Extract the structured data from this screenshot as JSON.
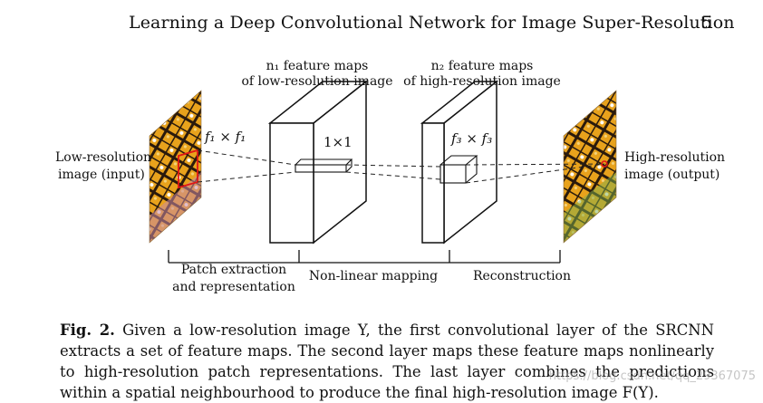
{
  "header": {
    "running_title": "Learning a Deep Convolutional Network for Image Super-Resolution",
    "page_number": "5"
  },
  "figure": {
    "input_label_line1": "Low-resolution",
    "input_label_line2": "image (input)",
    "output_label_line1": "High-resolution",
    "output_label_line2": "image (output)",
    "filter1": "f₁ × f₁",
    "filter2": "1×1",
    "filter3": "f₃ × f₃",
    "maps1_line1": "n₁ feature maps",
    "maps1_line2": "of low-resolution image",
    "maps2_line1": "n₂ feature maps",
    "maps2_line2": "of high-resolution image",
    "stage1_line1": "Patch extraction",
    "stage1_line2": "and representation",
    "stage2": "Non-linear mapping",
    "stage3": "Reconstruction"
  },
  "caption": {
    "label": "Fig. 2.",
    "text": "Given a low-resolution image Y, the first convolutional layer of the SRCNN extracts a set of feature maps. The second layer maps these feature maps nonlinearly to high-resolution patch representations. The last layer combines the predictions within a spatial neighbourhood to produce the final high-resolution image F(Y)."
  },
  "watermark": "https://blog.csdn.net/qq_29367075"
}
